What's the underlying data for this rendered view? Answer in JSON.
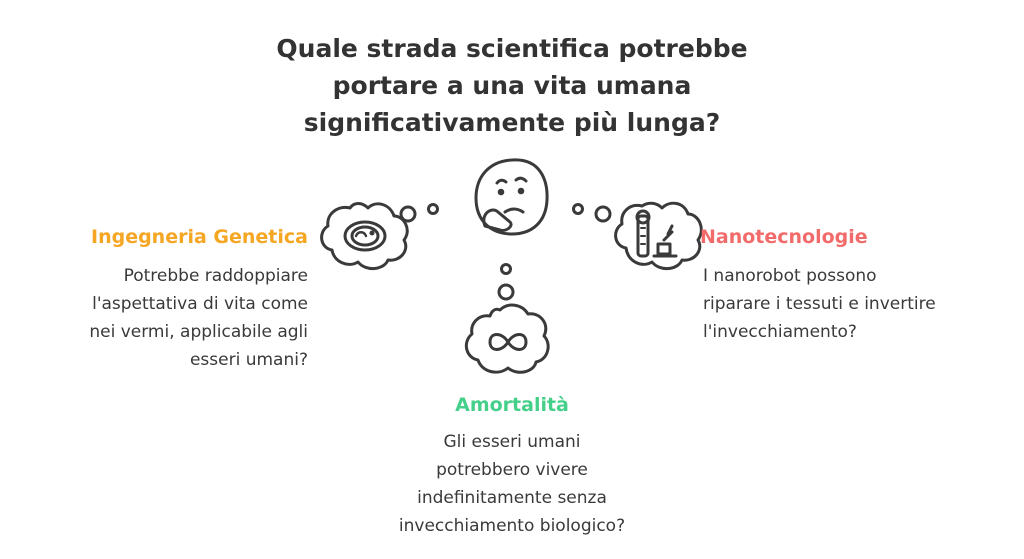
{
  "title": {
    "lines": [
      "Quale strada scientifica potrebbe",
      "portare a una vita umana",
      "significativamente più lunga?"
    ]
  },
  "colors": {
    "genetic": "#f5a623",
    "nano": "#f26b6b",
    "amort": "#45d08a",
    "stroke": "#3a3a3a"
  },
  "icons": {
    "center": "thinking-face-icon",
    "left": "petri-dish-icon",
    "right": "nanorobot-lab-icon",
    "bottom": "infinity-icon"
  },
  "branches": {
    "genetic": {
      "heading": "Ingegneria Genetica",
      "lines": [
        "Potrebbe raddoppiare",
        "l'aspettativa di vita come",
        "nei vermi, applicabile agli",
        "esseri umani?"
      ]
    },
    "nano": {
      "heading": "Nanotecnologie",
      "lines": [
        "I nanorobot possono",
        "riparare i tessuti e invertire",
        "l'invecchiamento?"
      ]
    },
    "amort": {
      "heading": "Amortalità",
      "lines": [
        "Gli esseri umani",
        "potrebbero vivere",
        "indefinitamente senza",
        "invecchiamento biologico?"
      ]
    }
  }
}
